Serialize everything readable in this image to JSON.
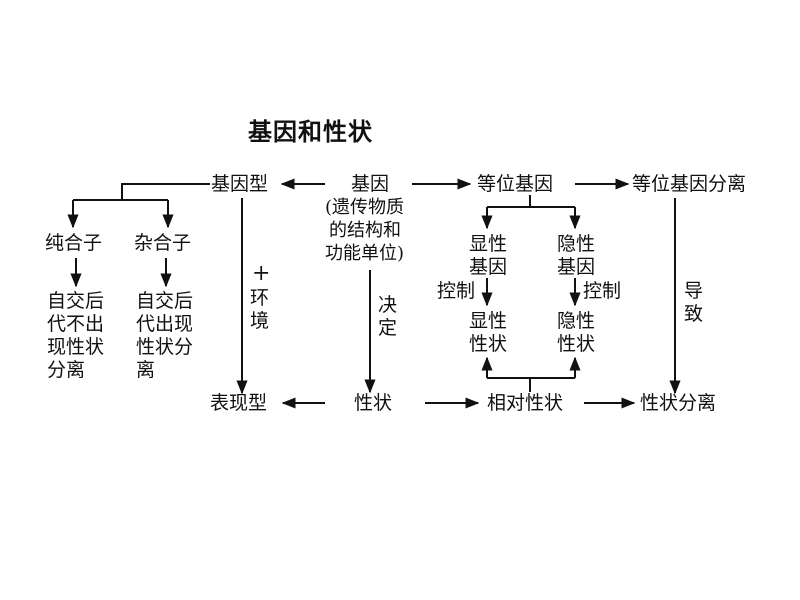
{
  "title": "基因和性状",
  "nodes": {
    "genotype": "基因型",
    "gene": "基因",
    "gene_desc_1": "(遗传物质",
    "gene_desc_2": "的结构和",
    "gene_desc_3": "功能单位)",
    "allele": "等位基因",
    "allele_separation": "等位基因分离",
    "homozygote": "纯合子",
    "heterozygote": "杂合子",
    "homo_result": [
      "自交后",
      "代不出",
      "现性状",
      "分离"
    ],
    "hetero_result": [
      "自交后",
      "代出现",
      "性状分",
      "离"
    ],
    "plus_env_1": "+",
    "plus_env_2": "环",
    "plus_env_3": "境",
    "decide_1": "决",
    "decide_2": "定",
    "dominant_gene_1": "显性",
    "dominant_gene_2": "基因",
    "recessive_gene_1": "隐性",
    "recessive_gene_2": "基因",
    "control_left": "控制",
    "control_right": "控制",
    "dominant_trait_1": "显性",
    "dominant_trait_2": "性状",
    "recessive_trait_1": "隐性",
    "recessive_trait_2": "性状",
    "lead_to_1": "导",
    "lead_to_2": "致",
    "phenotype": "表现型",
    "trait": "性状",
    "relative_trait": "相对性状",
    "trait_separation": "性状分离"
  }
}
